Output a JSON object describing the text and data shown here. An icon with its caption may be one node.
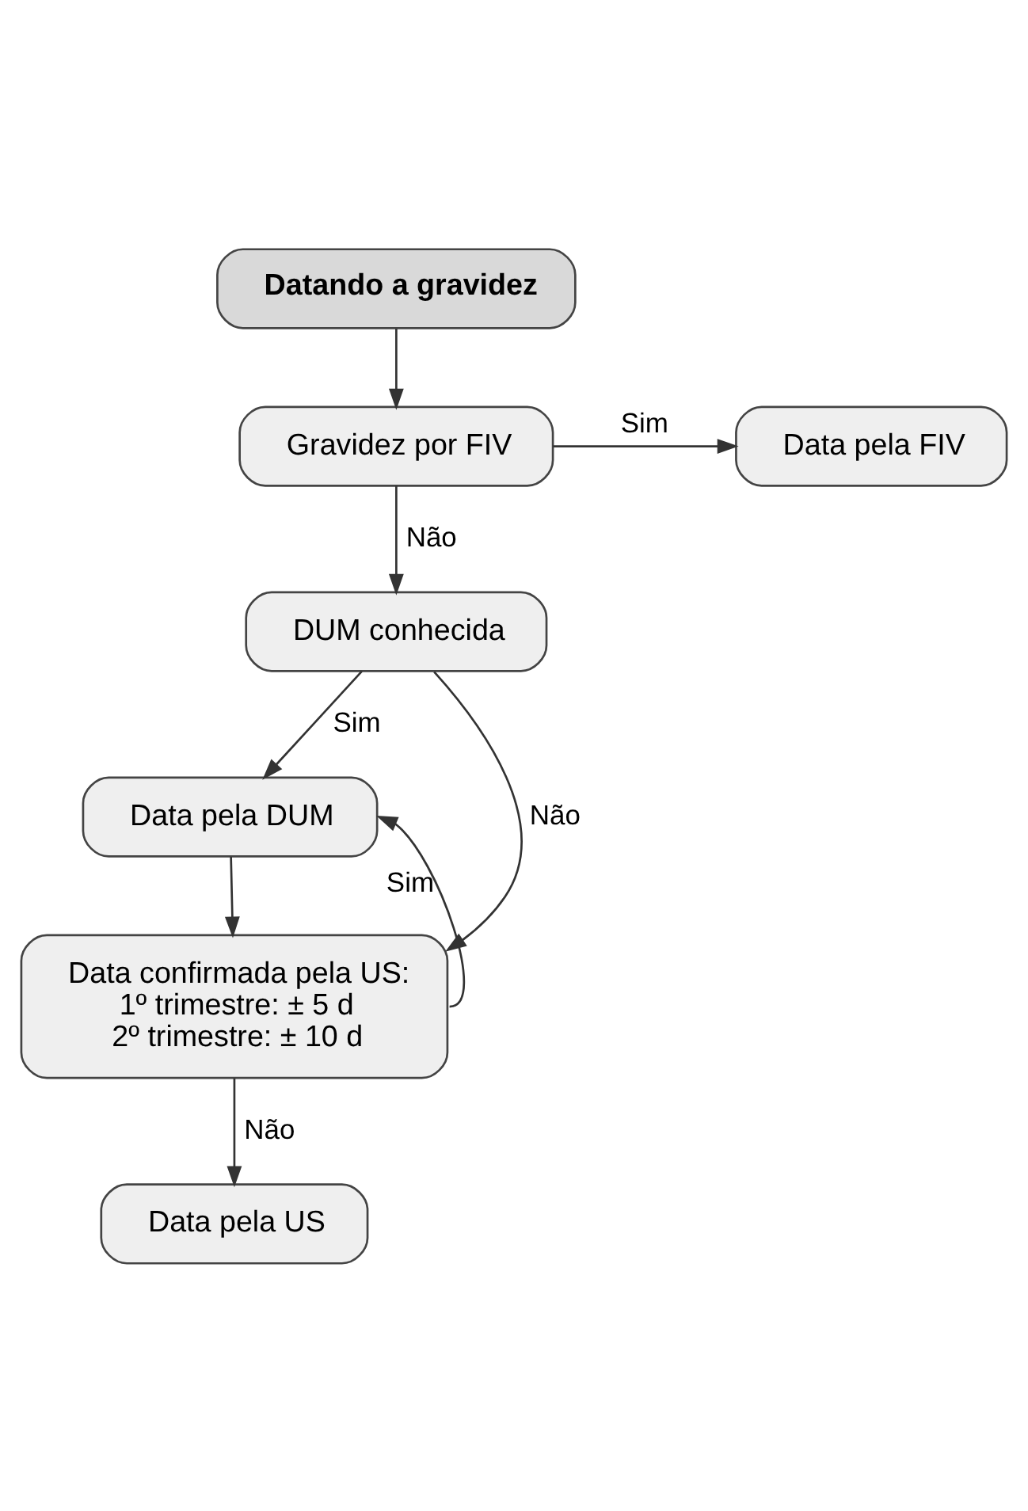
{
  "diagram": {
    "nodes": [
      {
        "text": [
          "Datando a gravidez"
        ]
      },
      {
        "text": [
          "Gravidez por FIV"
        ]
      },
      {
        "text": [
          "Data pela FIV"
        ]
      },
      {
        "text": [
          "DUM conhecida"
        ]
      },
      {
        "text": [
          "Data pela DUM"
        ]
      },
      {
        "text": [
          "Data confirmada pela US:",
          "1º trimestre: ± 5 d",
          "2º trimestre: ± 10 d"
        ]
      },
      {
        "text": [
          "Data pela US"
        ]
      }
    ],
    "edges": [
      {
        "from": 0,
        "to": 1,
        "arrow": "to"
      },
      {
        "from": 1,
        "to": 2,
        "arrow": "to",
        "label": "Sim"
      },
      {
        "from": 1,
        "to": 3,
        "arrow": "to",
        "label": "Não"
      },
      {
        "from": 3,
        "to": 5,
        "arrow": "to",
        "label": "Não"
      },
      {
        "from": 3,
        "to": 4,
        "arrow": "to",
        "label": "Sim"
      },
      {
        "from": 4,
        "to": 5,
        "arrow": "to"
      },
      {
        "from": 5,
        "to": 4,
        "arrow": "to",
        "label": "Sim"
      },
      {
        "from": 5,
        "to": 6,
        "arrow": "to",
        "label": "Não"
      }
    ]
  }
}
